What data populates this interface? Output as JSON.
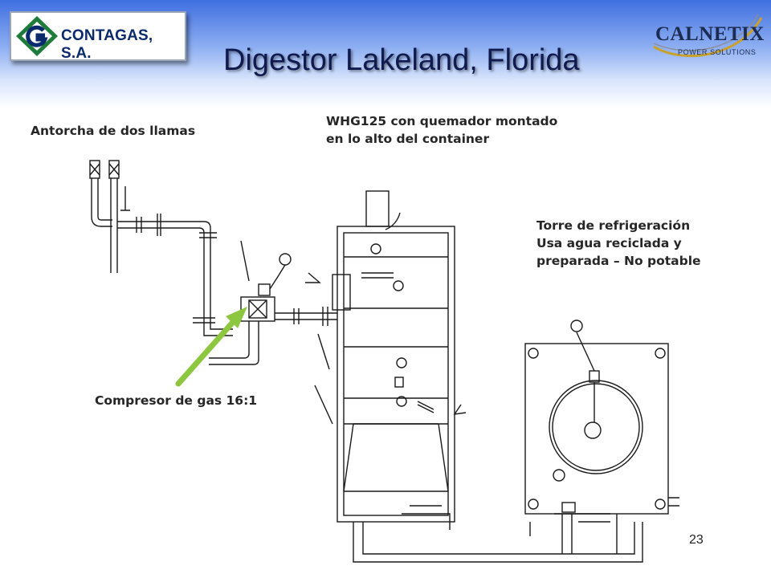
{
  "slide": {
    "title": "Digestor Lakeland, Florida",
    "page_number": "23"
  },
  "logos": {
    "left_text": "CONTAGAS, S.A.",
    "right_name": "CALNETIX",
    "right_sub": "POWER SOLUTIONS"
  },
  "labels": {
    "flare": "Antorcha de dos llamas",
    "whg_line1": "WHG125 con quemador montado",
    "whg_line2": "en lo alto del container",
    "tower_line1": "Torre de refrigeración",
    "tower_line2": "Usa agua reciclada y",
    "tower_line3": "preparada – No potable",
    "compressor": "Compresor de gas 16:1"
  },
  "colors": {
    "title": "#101a4e",
    "arrow": "#8dc63f",
    "drawing": "#1a1a1a"
  }
}
